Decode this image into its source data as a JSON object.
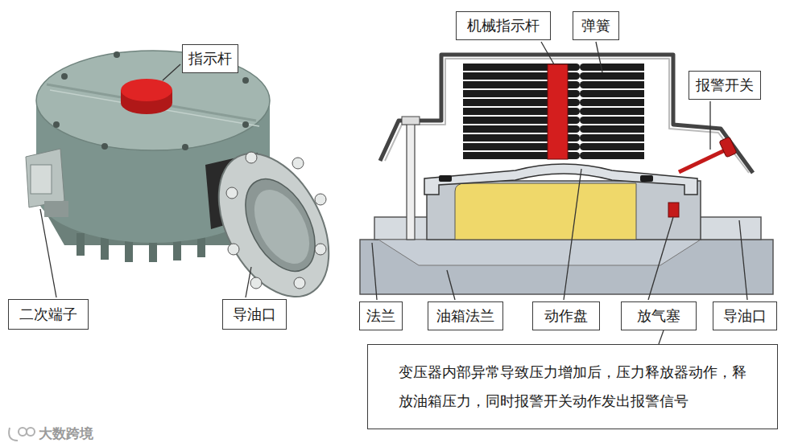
{
  "diagram": {
    "nodes": [
      {
        "text": [
          "指示杆"
        ]
      },
      {
        "text": [
          "机械指示杆"
        ]
      },
      {
        "text": [
          "弹簧"
        ]
      },
      {
        "text": [
          "报警开关"
        ]
      },
      {
        "text": [
          "二次端子"
        ]
      },
      {
        "text": [
          "导油口"
        ]
      },
      {
        "text": [
          "法兰"
        ]
      },
      {
        "text": [
          "油箱法兰"
        ]
      },
      {
        "text": [
          "动作盘"
        ]
      },
      {
        "text": [
          "放气塞"
        ]
      },
      {
        "text": [
          "导油口"
        ]
      },
      {
        "text": [
          "变压器内部异常导致压力增加后，压力释放器动作，释放油箱压力，同时报警开关动作发出报警信号"
        ]
      }
    ],
    "edges": [
      {
        "from": 11,
        "to": 9,
        "arrow": "none"
      }
    ],
    "labels": [
      "大数跨境"
    ]
  }
}
